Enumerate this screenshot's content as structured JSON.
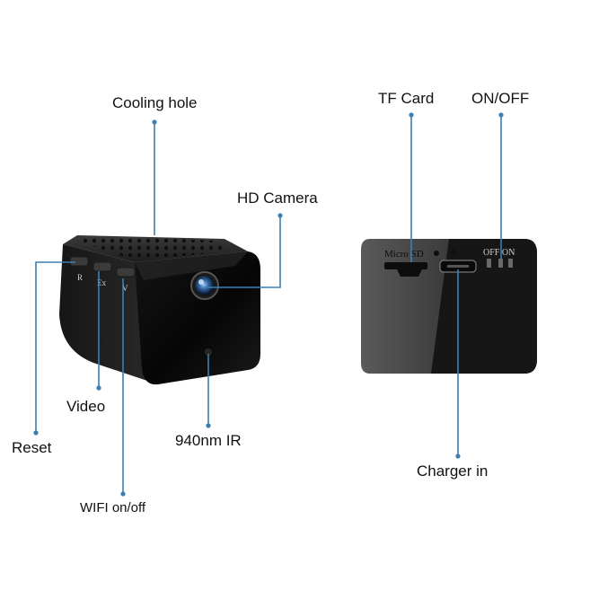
{
  "colors": {
    "callout_line": "#3d7fb1",
    "body_dark": "#1c1c1c",
    "body_mid": "#2b2b2b",
    "panel_grey": "#4a4a4a",
    "label_text": "#111111"
  },
  "left_device": {
    "button_letters": [
      "R",
      "Ex",
      "V"
    ],
    "callouts": {
      "cooling_hole": "Cooling hole",
      "hd_camera": "HD Camera",
      "video": "Video",
      "reset": "Reset",
      "ir": "940nm IR",
      "wifi": "WIFI on/off"
    }
  },
  "right_device": {
    "panel_text": {
      "micro_sd": "Micro SD",
      "usb_symbol": "⭍",
      "off_on": "OFF ON"
    },
    "callouts": {
      "tf_card": "TF Card",
      "on_off": "ON/OFF",
      "charger_in": "Charger in"
    }
  }
}
